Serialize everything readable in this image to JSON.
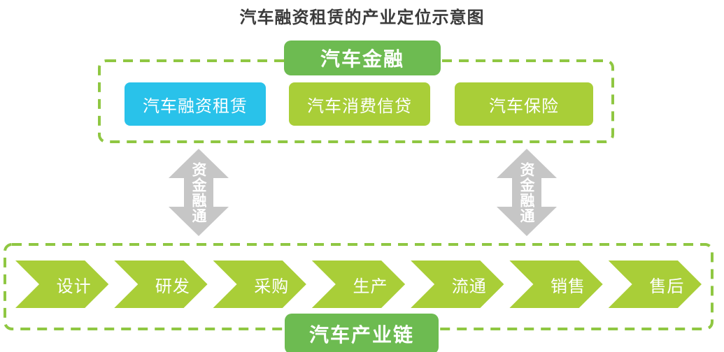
{
  "title": "汽车融资租赁的产业定位示意图",
  "colors": {
    "badge_green": "#6dbb51",
    "dashed_border_green": "#8fc742",
    "chevron_green": "#a9ce38",
    "leasing_blue": "#29c2ea",
    "arrow_gray": "#c6c6c6",
    "title_color": "#3b3b3b",
    "text_white": "#ffffff"
  },
  "finance_section": {
    "header": "汽车金融",
    "items": [
      {
        "label": "汽车融资租赁",
        "highlight": true
      },
      {
        "label": "汽车消费信贷",
        "highlight": false
      },
      {
        "label": "汽车保险",
        "highlight": false
      }
    ]
  },
  "arrows": {
    "label": "资金融通"
  },
  "chain_section": {
    "footer": "汽车产业链",
    "stages": [
      "设计",
      "研发",
      "采购",
      "生产",
      "流通",
      "销售",
      "售后"
    ]
  }
}
